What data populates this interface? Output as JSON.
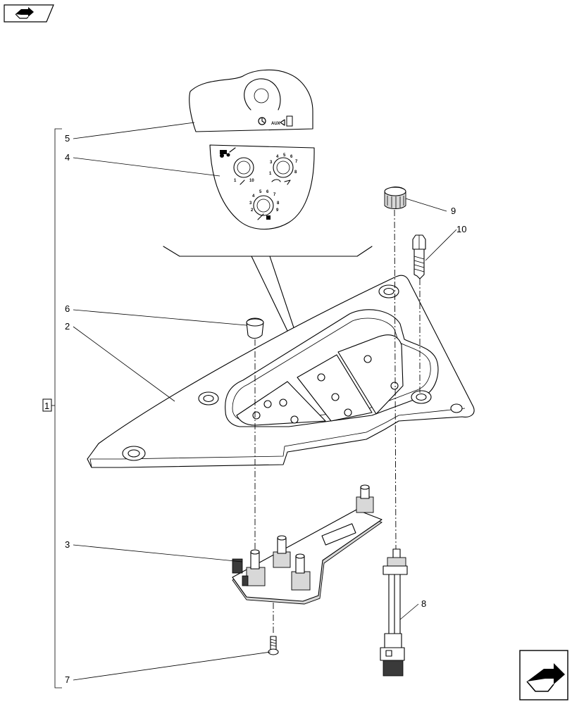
{
  "callouts": {
    "c1": "1",
    "c2": "2",
    "c3": "3",
    "c4": "4",
    "c5": "5",
    "c6": "6",
    "c7": "7",
    "c8": "8",
    "c9": "9",
    "c10": "10"
  },
  "decal_small_text": "AUX",
  "dial_scale": {
    "one": "1",
    "ten": "10",
    "two": "2",
    "three": "3",
    "four": "4",
    "five": "5",
    "six": "6",
    "seven": "7",
    "eight": "8",
    "nine": "9"
  },
  "icons": [
    "prev-page-arrow-icon",
    "next-page-arrow-icon"
  ]
}
